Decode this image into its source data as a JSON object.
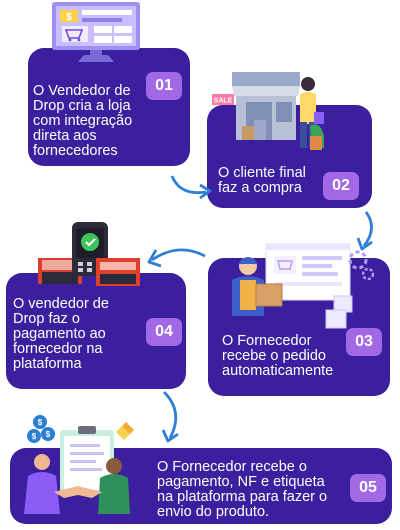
{
  "steps": [
    {
      "text": "O Vendedor de Drop cria a loja com integração direta aos fornecedores",
      "lines": [
        "O Vendedor de",
        "Drop cria a loja",
        "com integração",
        "direta aos",
        "fornecedores"
      ],
      "number": "01"
    },
    {
      "text": "O cliente final faz a compra",
      "lines": [
        "O cliente final",
        "faz a compra"
      ],
      "number": "02"
    },
    {
      "text": "O Fornecedor recebe o pedido automaticamente",
      "lines": [
        "O Fornecedor",
        "recebe o pedido",
        "automaticamente"
      ],
      "number": "03"
    },
    {
      "text": "O vendedor de Drop faz o pagamento ao fornecedor na plataforma",
      "lines": [
        "O vendedor de",
        "Drop faz o",
        "pagamento ao",
        "fornecedor na",
        "plataforma"
      ],
      "number": "04"
    },
    {
      "text": "O Fornecedor recebe o pagamento, NF e etiqueta na plataforma para fazer o envio do produto.",
      "lines": [
        "O Fornecedor recebe o",
        "pagamento, NF e etiqueta",
        "na plataforma para fazer o",
        "envio do produto."
      ],
      "number": "05"
    }
  ],
  "illustrations": {
    "monitor_price_tag": "$",
    "sale_sign": "SALE"
  },
  "colors": {
    "box": "#3c1f9e",
    "badge": "#a268e6",
    "arrow": "#2f7fd6",
    "text": "#ffffff"
  },
  "icons": [
    "online-store-monitor-icon",
    "shop-front-shopper-icon",
    "supplier-order-icon",
    "card-payment-terminal-icon",
    "invoice-delivery-icon",
    "flow-arrow-icon"
  ]
}
